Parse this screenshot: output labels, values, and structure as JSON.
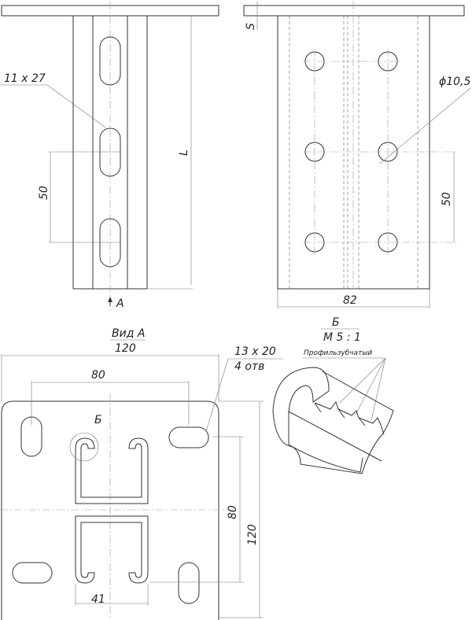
{
  "front_view": {
    "slot_label": "11 x 27",
    "pitch_dim": "50",
    "length_dim": "L",
    "view_arrow": "A"
  },
  "side_view": {
    "thickness_dim": "S",
    "hole_label": "ϕ10,5",
    "pitch_dim": "50",
    "width_dim": "82"
  },
  "view_a": {
    "title": "Вид А",
    "width_dim": "120",
    "hole_spacing_dim": "80",
    "hole_label_line1": "13 x 20",
    "hole_label_line2": "4 отв",
    "detail_marker": "Б",
    "vertical_spacing_dim": "80",
    "height_dim": "120",
    "profile_width_dim": "41"
  },
  "detail_b": {
    "title": "Б",
    "scale": "М 5 : 1",
    "note": "Профильзубчатый"
  }
}
